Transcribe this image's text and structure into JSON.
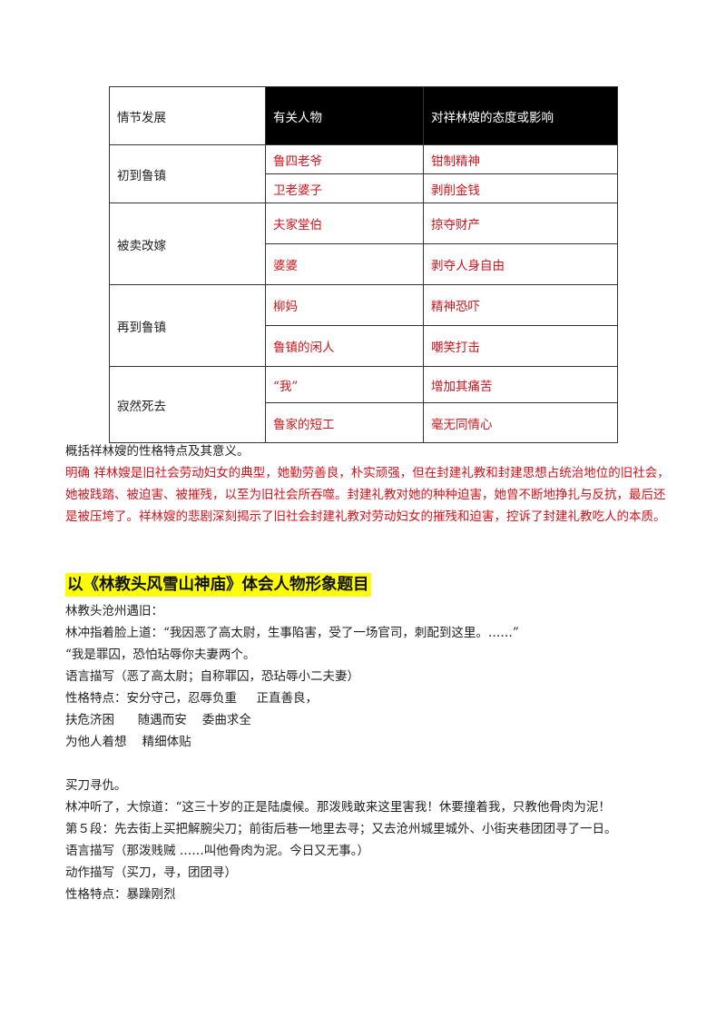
{
  "table": {
    "headers": [
      "情节发展",
      "有关人物",
      "对祥林嫂的态度或影响"
    ],
    "groups": [
      {
        "stage": "初到鲁镇",
        "rows": [
          {
            "person": "鲁四老爷",
            "effect": "钳制精神"
          },
          {
            "person": "卫老婆子",
            "effect": "剥削金钱"
          }
        ]
      },
      {
        "stage": "被卖改嫁",
        "rows": [
          {
            "person": "夫家堂伯",
            "effect": "掠夺财产"
          },
          {
            "person": "婆婆",
            "effect": "剥夺人身自由"
          }
        ]
      },
      {
        "stage": "再到鲁镇",
        "rows": [
          {
            "person": "柳妈",
            "effect": "精神恐吓"
          },
          {
            "person": "鲁镇的闲人",
            "effect": "嘲笑打击"
          }
        ]
      },
      {
        "stage": "寂然死去",
        "rows": [
          {
            "person": "“我”",
            "effect": "增加其痛苦"
          },
          {
            "person": "鲁家的短工",
            "effect": "毫无同情心"
          }
        ]
      }
    ]
  },
  "question": "概括祥林嫂的性格特点及其意义。",
  "answer": "明确    祥林嫂是旧社会劳动妇女的典型，她勤劳善良，朴实顽强，但在封建礼教和封建思想占统治地位的旧社会，她被践踏、被迫害、被摧残，以至为旧社会所吞噬。封建礼教对她的种种迫害，她曾不断地挣扎与反抗，最后还是被压垮了。祥林嫂的悲剧深刻揭示了旧社会封建礼教对劳动妇女的摧残和迫害，控诉了封建礼教吃人的本质。",
  "heading": "以《林教头风雪山神庙》体会人物形象题目",
  "section1": {
    "lines": [
      "林教头沧州遇旧：",
      "林冲指着脸上道：“我因恶了高太尉，生事陷害，受了一场官司，刺配到这里。……”",
      "“我是罪囚，恐怕玷辱你夫妻两个。",
      "语言描写（恶了高太尉；自称罪囚，恐玷辱小二夫妻）",
      "性格特点：安分守己，忍辱负重     正直善良，",
      "扶危济困      随遇而安    委曲求全",
      "为他人着想    精细体贴"
    ]
  },
  "section2": {
    "lines": [
      "买刀寻仇。",
      "林冲听了，大惊道：“这三十岁的正是陆虞候。那泼贱敢来这里害我！休要撞着我，只教他骨肉为泥！",
      "第５段：先去街上买把解腕尖刀；前街后巷一地里去寻；又去沧州城里城外、小街夹巷团团寻了一日。",
      "语言描写（那泼贱贼 ……叫他骨肉为泥。今日又无事。）",
      "动作描写（买刀，寻，团团寻）",
      "性格特点：暴躁刚烈"
    ]
  }
}
